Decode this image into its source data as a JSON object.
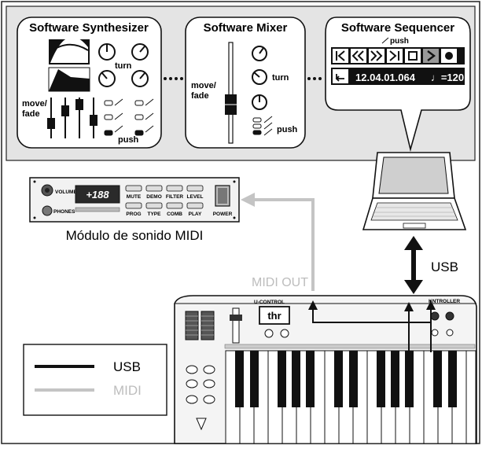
{
  "bubbles": {
    "synth": {
      "title": "Software Synthesizer",
      "turn": "turn",
      "move_fade": "move/\nfade",
      "push": "push"
    },
    "mixer": {
      "title": "Software Mixer",
      "turn": "turn",
      "move_fade": "move/\nfade",
      "push": "push"
    },
    "sequencer": {
      "title": "Software Sequencer",
      "push": "push",
      "transport_buttons": [
        "rewind-to-start",
        "rewind",
        "fast-forward",
        "to-end",
        "stop",
        "play",
        "record"
      ],
      "position": "12.04.01.064",
      "tempo": "♩=120"
    }
  },
  "module": {
    "caption": "Módulo de sonido MIDI",
    "volume": "VOLUME",
    "phones": "PHONES",
    "display": "+188",
    "top_buttons": [
      "MUTE",
      "DEMO",
      "FILTER",
      "LEVEL"
    ],
    "bottom_buttons": [
      "PROG",
      "TYPE",
      "COMB",
      "PLAY"
    ],
    "power": "POWER"
  },
  "connections": {
    "usb": "USB",
    "midi_out": "MIDI OUT"
  },
  "controller": {
    "display": "thr",
    "brand": "U-CONTROL",
    "kontroller": "KNTROLLER"
  },
  "legend": {
    "usb": "USB",
    "midi": "MIDI"
  },
  "colors": {
    "usb_line": "#111111",
    "midi_line": "#c4c4c4",
    "panel_bg": "#e4e4e4"
  }
}
